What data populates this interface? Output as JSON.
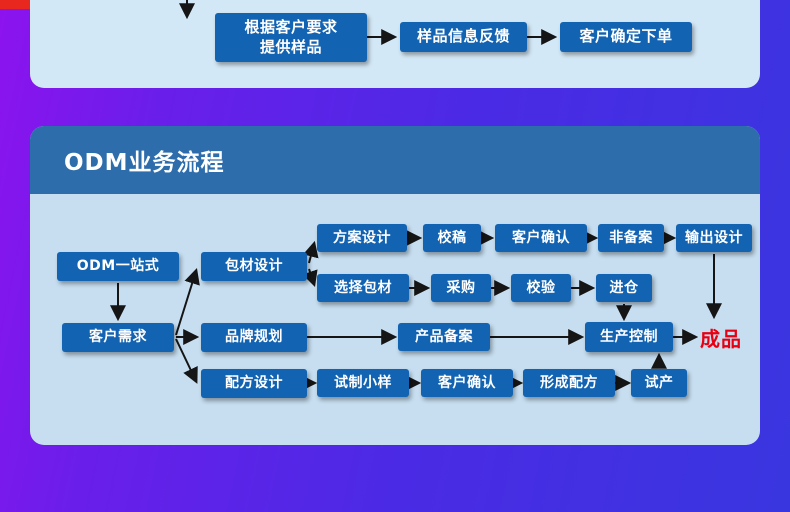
{
  "top_flow": {
    "nodes": {
      "provide_sample": "根据客户要求\n提供样品",
      "sample_feedback": "样品信息反馈",
      "confirm_order": "客户确定下单"
    }
  },
  "odm": {
    "title": "ODM业务流程",
    "nodes": {
      "odm_one_stop": "ODM一站式",
      "customer_needs": "客户需求",
      "packaging_design": "包材设计",
      "brand_planning": "品牌规划",
      "formula_design": "配方设计",
      "plan_design": "方案设计",
      "proofreading": "校稿",
      "customer_confirm_1": "客户确认",
      "non_filing": "非备案",
      "output_design": "输出设计",
      "select_packaging": "选择包材",
      "purchase": "采购",
      "inspection": "校验",
      "warehousing": "进仓",
      "product_filing": "产品备案",
      "production_control": "生产控制",
      "finished_product": "成品",
      "trial_sample": "试制小样",
      "customer_confirm_2": "客户确认",
      "form_formula": "形成配方",
      "trial_production": "试产"
    },
    "edges": [
      {
        "from": "provide_sample",
        "to": "sample_feedback"
      },
      {
        "from": "sample_feedback",
        "to": "confirm_order"
      },
      {
        "from": "odm_one_stop",
        "to": "customer_needs"
      },
      {
        "from": "customer_needs",
        "to": "packaging_design"
      },
      {
        "from": "customer_needs",
        "to": "brand_planning"
      },
      {
        "from": "customer_needs",
        "to": "formula_design"
      },
      {
        "from": "packaging_design",
        "to": "plan_design"
      },
      {
        "from": "packaging_design",
        "to": "select_packaging"
      },
      {
        "from": "plan_design",
        "to": "proofreading"
      },
      {
        "from": "proofreading",
        "to": "customer_confirm_1"
      },
      {
        "from": "customer_confirm_1",
        "to": "non_filing"
      },
      {
        "from": "non_filing",
        "to": "output_design"
      },
      {
        "from": "output_design",
        "to": "production_control"
      },
      {
        "from": "select_packaging",
        "to": "purchase"
      },
      {
        "from": "purchase",
        "to": "inspection"
      },
      {
        "from": "inspection",
        "to": "warehousing"
      },
      {
        "from": "warehousing",
        "to": "production_control"
      },
      {
        "from": "brand_planning",
        "to": "product_filing"
      },
      {
        "from": "product_filing",
        "to": "production_control"
      },
      {
        "from": "production_control",
        "to": "finished_product"
      },
      {
        "from": "formula_design",
        "to": "trial_sample"
      },
      {
        "from": "trial_sample",
        "to": "customer_confirm_2"
      },
      {
        "from": "customer_confirm_2",
        "to": "form_formula"
      },
      {
        "from": "form_formula",
        "to": "trial_production"
      },
      {
        "from": "trial_production",
        "to": "production_control"
      }
    ],
    "colors": {
      "node_bg": "#1263b2",
      "header_bg": "#2e6dab",
      "panel_bg": "#c6def0",
      "finished_text": "#e60012",
      "arrow": "#151515"
    }
  }
}
